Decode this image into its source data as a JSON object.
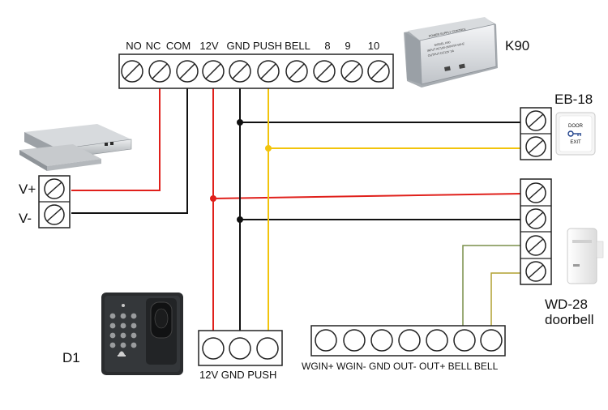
{
  "top_terminal_labels": [
    "NO",
    "NC",
    "COM",
    "12V",
    "GND",
    "PUSH",
    "BELL",
    "8",
    "9",
    "10"
  ],
  "bottom_left_terminal_label": "12V GND PUSH",
  "bottom_right_terminal_label": "WGIN+ WGIN- GND OUT- OUT+ BELL BELL",
  "devices": {
    "power_supply": "K90",
    "exit_button": "EB-18",
    "doorbell_model": "WD-28",
    "doorbell_name": "doorbell",
    "reader": "D1"
  },
  "lock_terminals": [
    "V+",
    "V-"
  ],
  "power_supply_panel": {
    "title": "POWER SUPPLY CONTROL",
    "model": "MODEL K90",
    "input": "INPUT AC100-260V/50-60HZ",
    "output": "OUTPUT DC12V 3A"
  },
  "exit_button_panel": {
    "line1": "DOOR",
    "line2": "EXIT"
  },
  "wire_colors": {
    "power": "#e0201b",
    "ground": "#111111",
    "push": "#f2c40c",
    "bell": "#8a8f8a"
  }
}
